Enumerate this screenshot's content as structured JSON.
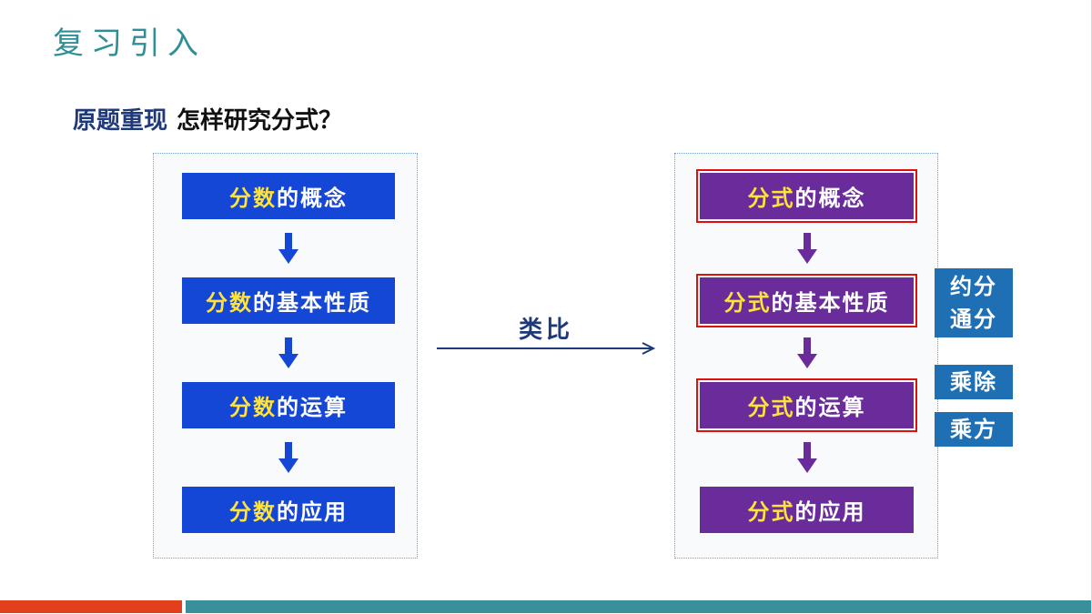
{
  "slide_title": "复习引入",
  "subtitle": {
    "prefix": "原题重现",
    "question": "怎样研究分式？"
  },
  "left_column": [
    {
      "highlight": "分数",
      "rest": "的概念"
    },
    {
      "highlight": "分数",
      "rest": "的基本性质"
    },
    {
      "highlight": "分数",
      "rest": "的运算"
    },
    {
      "highlight": "分数",
      "rest": "的应用"
    }
  ],
  "analogy_label": "类比",
  "right_column": [
    {
      "highlight": "分式",
      "rest": "的概念"
    },
    {
      "highlight": "分式",
      "rest": "的基本性质"
    },
    {
      "highlight": "分式",
      "rest": "的运算"
    },
    {
      "highlight": "分式",
      "rest": "的应用"
    }
  ],
  "side_notes": {
    "properties": [
      "约分",
      "通分"
    ],
    "operations_1": "乘除",
    "operations_2": "乘方"
  },
  "colors": {
    "left_box": "#1447d6",
    "right_box": "#6a2b9b",
    "highlight_text": "#ffe23a",
    "side_box": "#1f6fb4",
    "title": "#2f8f96"
  }
}
